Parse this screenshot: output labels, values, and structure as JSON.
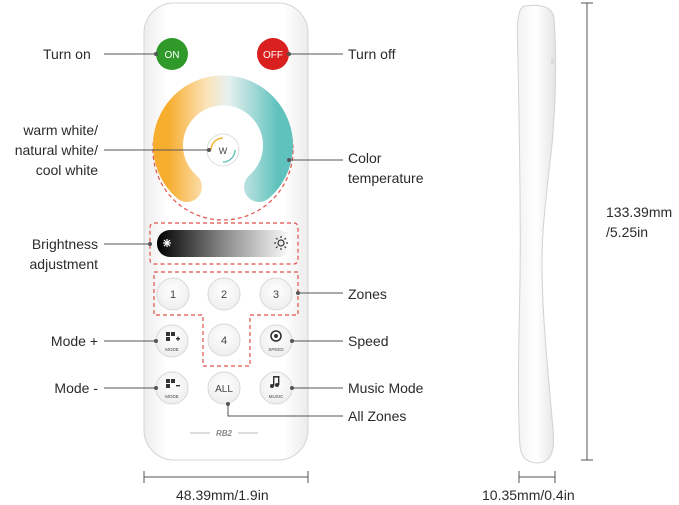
{
  "labels": {
    "turn_on": "Turn on",
    "turn_off": "Turn off",
    "white_line1": "warm white/",
    "white_line2": "natural white/",
    "white_line3": "cool white",
    "color_line1": "Color",
    "color_line2": "temperature",
    "brightness_line1": "Brightness",
    "brightness_line2": "adjustment",
    "zones": "Zones",
    "mode_plus": "Mode +",
    "speed": "Speed",
    "mode_minus": "Mode -",
    "music_mode": "Music Mode",
    "all_zones": "All Zones"
  },
  "remote": {
    "on_button": "ON",
    "off_button": "OFF",
    "center_button": "W",
    "zone_buttons": [
      "1",
      "2",
      "3",
      "4"
    ],
    "all_button": "ALL",
    "mode_plus_caption": "MODE",
    "mode_minus_caption": "MODE",
    "speed_caption": "SPEED",
    "music_caption": "MUSIC",
    "model": "RB2"
  },
  "dimensions": {
    "height_line1": "133.39mm",
    "height_line2": "/5.25in",
    "width": "48.39mm/1.9in",
    "depth": "10.35mm/0.4in"
  },
  "colors": {
    "on_green": "#2f9a2a",
    "off_red": "#d9201f",
    "dashed_red": "#e0524a",
    "warm": "#f6b43a",
    "cool": "#6cc6c0"
  }
}
